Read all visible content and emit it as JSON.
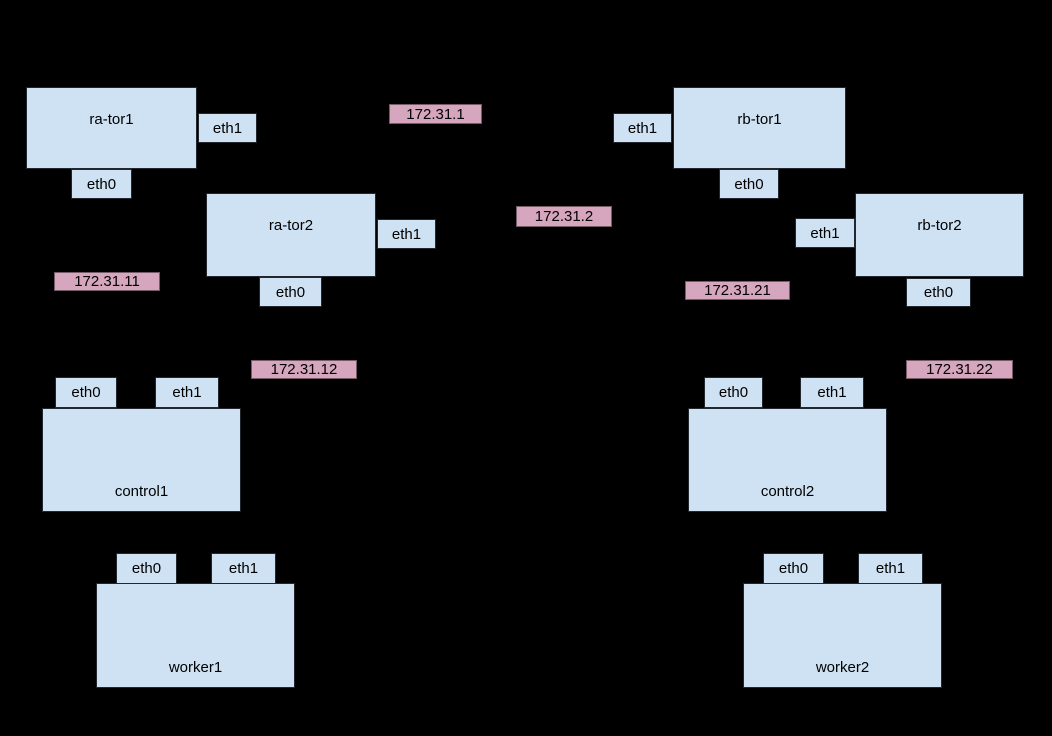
{
  "colors": {
    "background": "#000000",
    "node_fill": "#cfe2f3",
    "node_border": "#22272e",
    "ip_fill": "#d5a6bd",
    "text": "#000000"
  },
  "nodes": {
    "ra_tor1": {
      "label": "ra-tor1",
      "eth0": "eth0",
      "eth1": "eth1"
    },
    "ra_tor2": {
      "label": "ra-tor2",
      "eth0": "eth0",
      "eth1": "eth1"
    },
    "rb_tor1": {
      "label": "rb-tor1",
      "eth0": "eth0",
      "eth1": "eth1"
    },
    "rb_tor2": {
      "label": "rb-tor2",
      "eth0": "eth0",
      "eth1": "eth1"
    },
    "control1": {
      "label": "control1",
      "eth0": "eth0",
      "eth1": "eth1"
    },
    "control2": {
      "label": "control2",
      "eth0": "eth0",
      "eth1": "eth1"
    },
    "worker1": {
      "label": "worker1",
      "eth0": "eth0",
      "eth1": "eth1"
    },
    "worker2": {
      "label": "worker2",
      "eth0": "eth0",
      "eth1": "eth1"
    }
  },
  "ip_labels": {
    "tor1_link": "172.31.1",
    "tor2_link": "172.31.2",
    "ra_tor1_network": "172.31.11",
    "ra_tor2_network": "172.31.12",
    "rb_tor1_network": "172.31.21",
    "rb_tor2_network": "172.31.22"
  }
}
